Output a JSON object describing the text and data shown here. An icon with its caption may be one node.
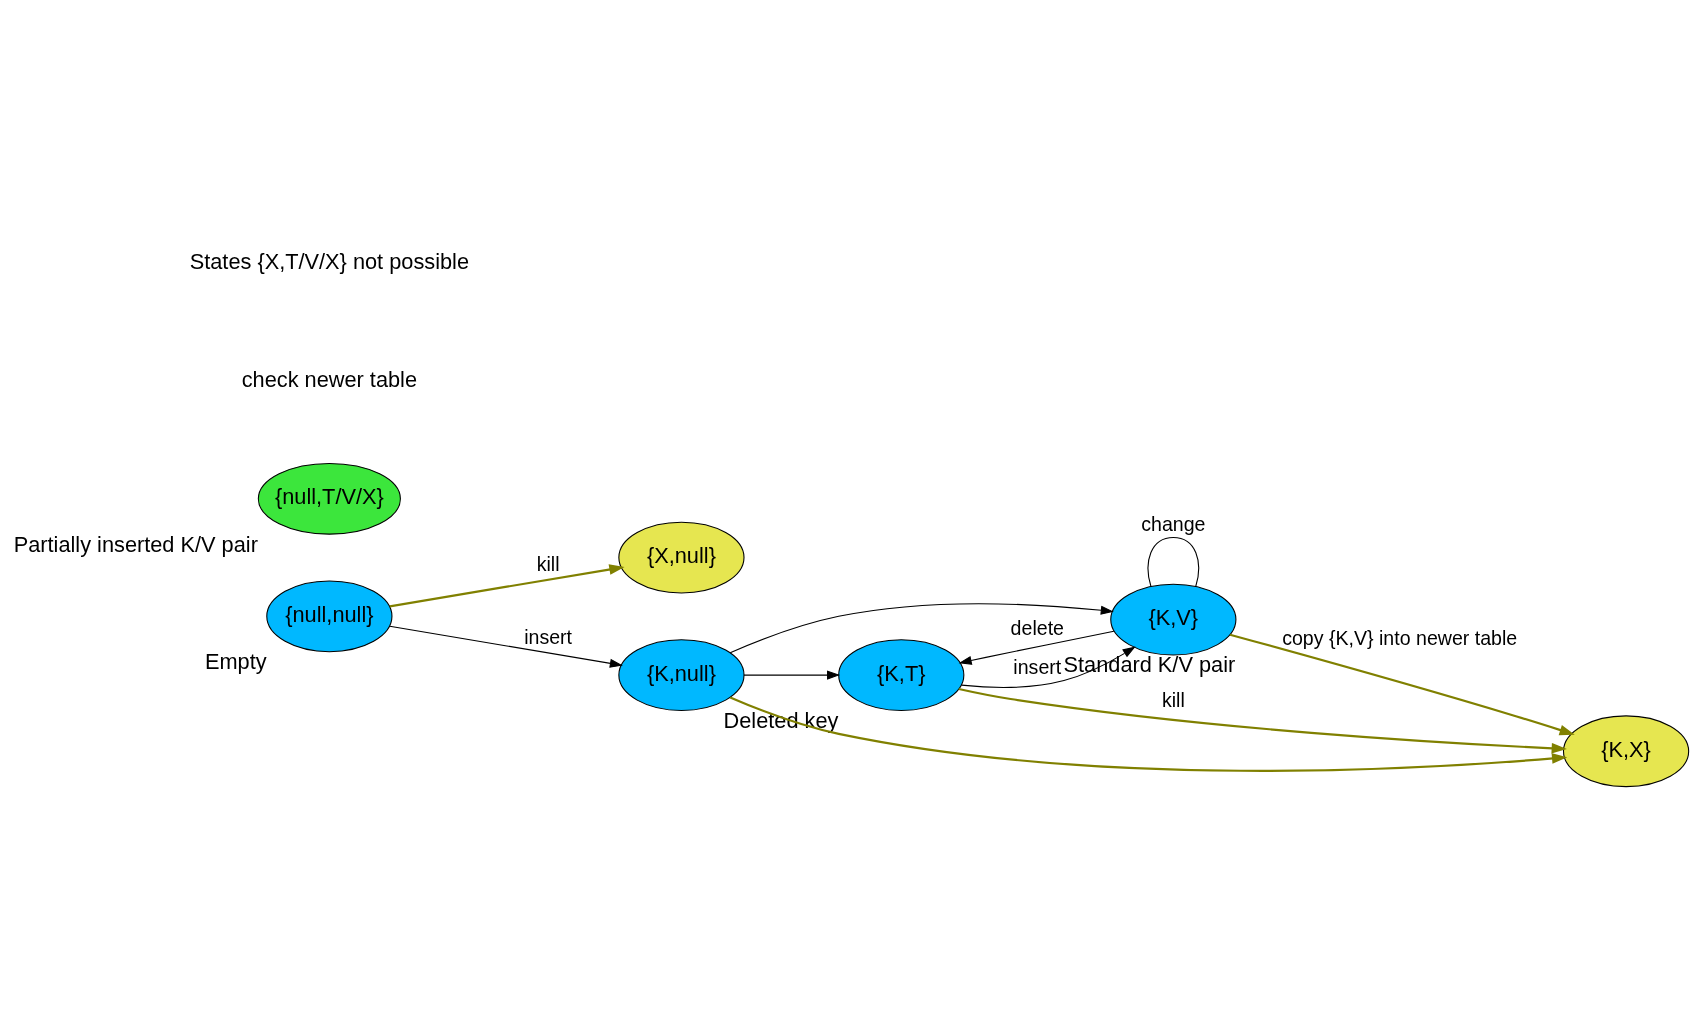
{
  "diagram": {
    "nodes": [
      {
        "text": [
          "{null,null}"
        ],
        "beside": [
          "Empty"
        ]
      },
      {
        "text": [
          "{X,null}"
        ]
      },
      {
        "text": [
          "{K,T}"
        ],
        "beside": [
          "Deleted key"
        ]
      },
      {
        "text": [
          "{K,null}"
        ]
      },
      {
        "text": [
          "{K,X}"
        ]
      },
      {
        "text": [
          "{null,T/V/X}"
        ],
        "beside": [
          "Partially inserted K/V pair"
        ]
      },
      {
        "text": [
          "{K,V}"
        ],
        "beside": [
          "Standard K/V pair"
        ]
      }
    ],
    "edges": [
      {
        "from": 0,
        "to": 1,
        "arrow": "to",
        "label": "kill",
        "color": "#808000"
      },
      {
        "from": 0,
        "to": 3,
        "arrow": "to",
        "label": "insert"
      },
      {
        "from": 3,
        "to": 2,
        "arrow": "to"
      },
      {
        "from": 2,
        "to": 4,
        "arrow": "to",
        "label": "kill",
        "color": "#808000"
      },
      {
        "from": 3,
        "to": 4,
        "arrow": "to",
        "color": "#808000"
      },
      {
        "from": 2,
        "to": 6,
        "arrow": "to",
        "label": "insert"
      },
      {
        "from": 6,
        "to": 2,
        "arrow": "to",
        "label": "delete"
      },
      {
        "from": 3,
        "to": 6,
        "arrow": "to"
      },
      {
        "from": 6,
        "to": 6,
        "arrow": "none",
        "label": "change"
      },
      {
        "from": 6,
        "to": 4,
        "arrow": "to",
        "label": "copy {K,V} into newer table",
        "color": "#808000"
      }
    ],
    "labels": [
      "check newer table",
      "States {X,T/V/X} not possible"
    ]
  }
}
